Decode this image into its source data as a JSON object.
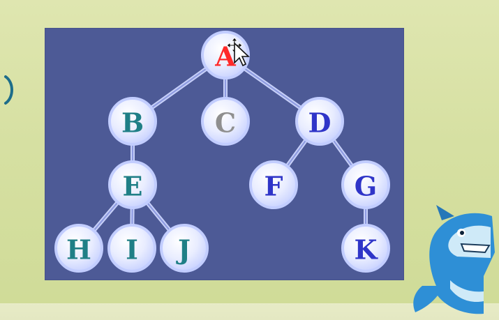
{
  "colors": {
    "background": "#d6e0a2",
    "panel": "#4d5a96",
    "node_fill": "#e6eaff",
    "edge": "#cfd8ff",
    "label_red": "#ff2a2a",
    "label_teal": "#1f7f86",
    "label_gray": "#8f8f8f",
    "label_blue": "#2f35c8"
  },
  "tree": {
    "nodes": [
      {
        "id": "A",
        "label": "A",
        "parent": null,
        "color": "#ff2a2a",
        "selected": true
      },
      {
        "id": "B",
        "label": "B",
        "parent": "A",
        "color": "#1f7f86"
      },
      {
        "id": "C",
        "label": "C",
        "parent": "A",
        "color": "#8f8f8f"
      },
      {
        "id": "D",
        "label": "D",
        "parent": "A",
        "color": "#2f35c8"
      },
      {
        "id": "E",
        "label": "E",
        "parent": "B",
        "color": "#1f7f86"
      },
      {
        "id": "F",
        "label": "F",
        "parent": "D",
        "color": "#2f35c8"
      },
      {
        "id": "G",
        "label": "G",
        "parent": "D",
        "color": "#2f35c8"
      },
      {
        "id": "H",
        "label": "H",
        "parent": "E",
        "color": "#1f7f86"
      },
      {
        "id": "I",
        "label": "I",
        "parent": "E",
        "color": "#1f7f86"
      },
      {
        "id": "J",
        "label": "J",
        "parent": "E",
        "color": "#1f7f86"
      },
      {
        "id": "K",
        "label": "K",
        "parent": "G",
        "color": "#2f35c8"
      }
    ]
  },
  "decorations": {
    "cursor_icon": "move-cursor-icon",
    "mascot_icon": "shark-icon",
    "left_icon": "crescent-icon"
  }
}
